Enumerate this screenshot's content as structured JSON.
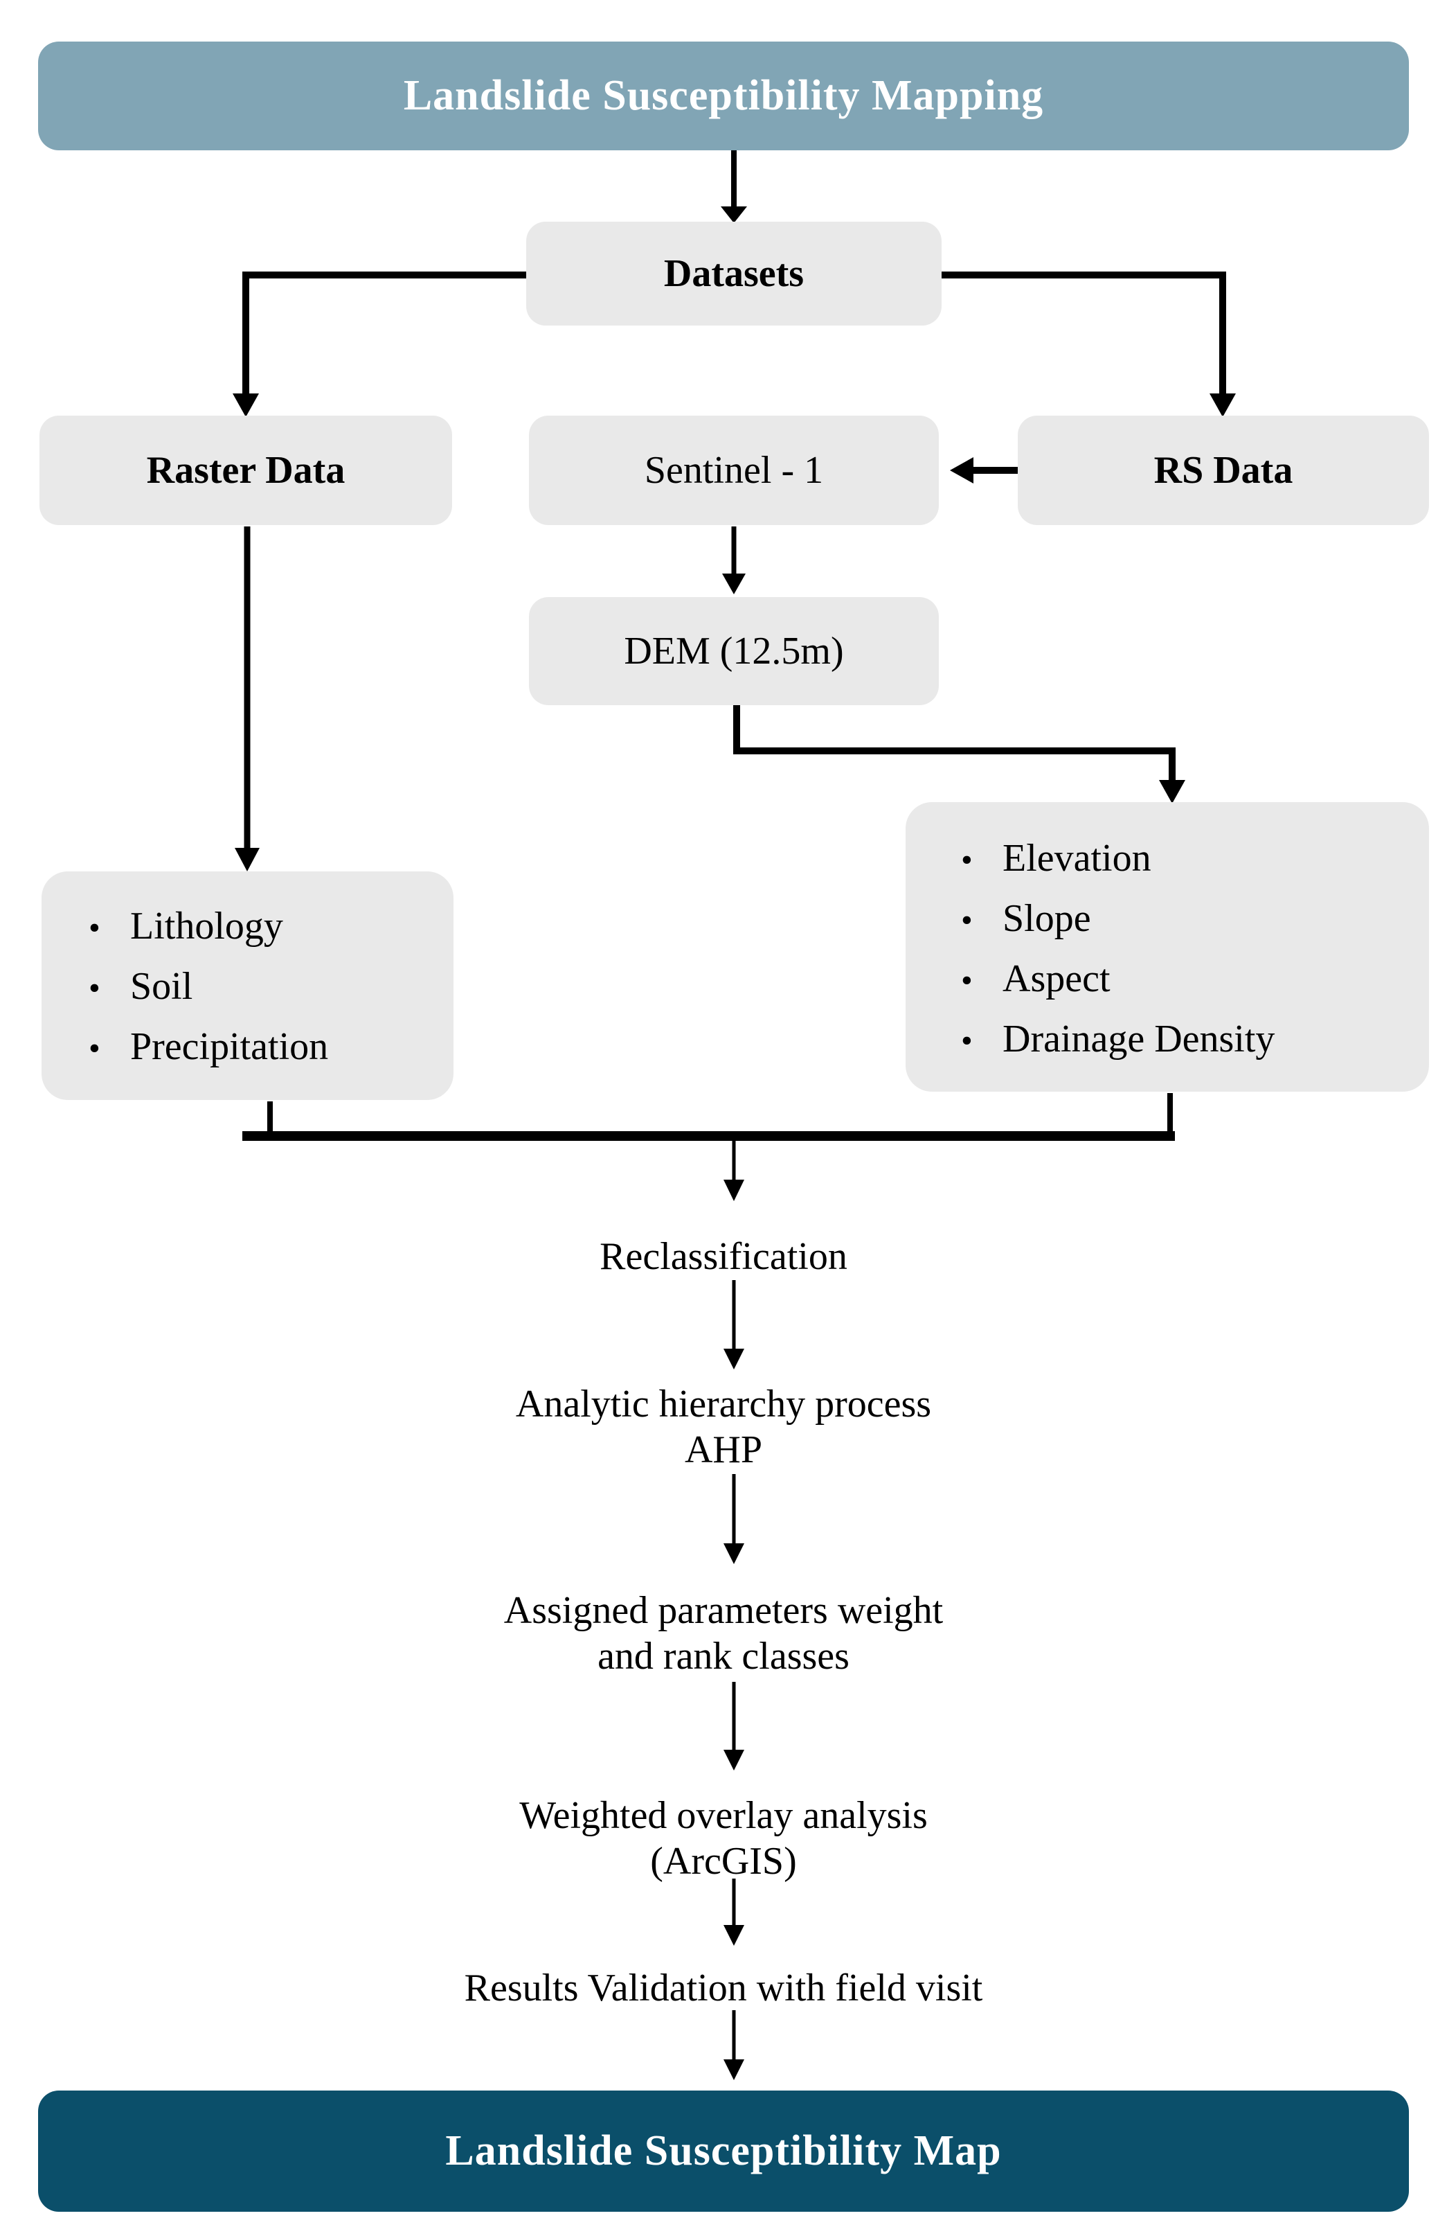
{
  "header": {
    "title": "Landslide Susceptibility Mapping"
  },
  "footer": {
    "title": "Landslide Susceptibility Map"
  },
  "nodes": {
    "datasets": {
      "label": "Datasets"
    },
    "raster_data": {
      "label": "Raster Data"
    },
    "sentinel": {
      "label": "Sentinel - 1"
    },
    "rs_data": {
      "label": "RS Data"
    },
    "dem": {
      "label": "DEM (12.5m)"
    }
  },
  "raster_factors": {
    "items": [
      "Lithology",
      "Soil",
      "Precipitation"
    ]
  },
  "dem_factors": {
    "items": [
      "Elevation",
      "Slope",
      "Aspect",
      "Drainage Density"
    ]
  },
  "steps": [
    {
      "lines": [
        "Reclassification"
      ]
    },
    {
      "lines": [
        "Analytic hierarchy process",
        "AHP"
      ]
    },
    {
      "lines": [
        "Assigned parameters weight",
        "and rank classes"
      ]
    },
    {
      "lines": [
        "Weighted overlay analysis",
        "(ArcGIS)"
      ]
    },
    {
      "lines": [
        "Results Validation with field visit"
      ]
    }
  ],
  "colors": {
    "header_bg": "#81a5b5",
    "footer_bg": "#0b4f6a",
    "node_bg": "#e9e9e9",
    "line": "#000000",
    "band_text": "#ffffff"
  }
}
